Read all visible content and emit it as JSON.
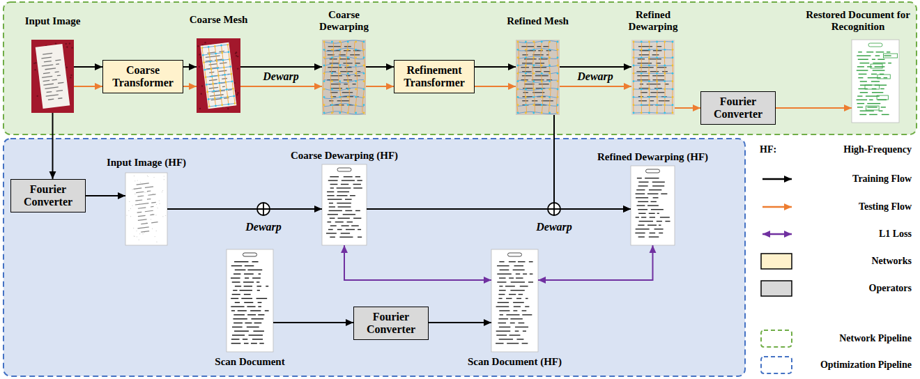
{
  "diagram": {
    "nodes": [
      {
        "text": [
          "Input Image"
        ]
      },
      {
        "text": [
          "Coarse Transformer"
        ]
      },
      {
        "text": [
          "Coarse Mesh"
        ]
      },
      {
        "text": [
          "Coarse Dewarping"
        ]
      },
      {
        "text": [
          "Refinement Transformer"
        ]
      },
      {
        "text": [
          "Refined Mesh"
        ]
      },
      {
        "text": [
          "Refined Dewarping"
        ]
      },
      {
        "text": [
          "Fourier Converter"
        ]
      },
      {
        "text": [
          "Restored Document for Recognition"
        ]
      },
      {
        "text": [
          "Fourier Converter"
        ]
      },
      {
        "text": [
          "Input Image (HF)"
        ]
      },
      {
        "text": [
          "Coarse Dewarping (HF)"
        ]
      },
      {
        "text": [
          "Refined Dewarping (HF)"
        ]
      },
      {
        "text": [
          "Scan Document"
        ]
      },
      {
        "text": [
          "Fourier Converter"
        ]
      },
      {
        "text": [
          "Scan Document (HF)"
        ]
      }
    ],
    "edges": [
      {
        "from": 0,
        "to": 1,
        "arrow": "to"
      },
      {
        "from": 0,
        "to": 1,
        "arrow": "to"
      },
      {
        "from": 1,
        "to": 2,
        "arrow": "to"
      },
      {
        "from": 1,
        "to": 2,
        "arrow": "to"
      },
      {
        "from": 2,
        "to": 3,
        "arrow": "to"
      },
      {
        "from": 2,
        "to": 3,
        "arrow": "to",
        "label": "Dewarp"
      },
      {
        "from": 3,
        "to": 4,
        "arrow": "to"
      },
      {
        "from": 3,
        "to": 4,
        "arrow": "to"
      },
      {
        "from": 4,
        "to": 5,
        "arrow": "to"
      },
      {
        "from": 4,
        "to": 5,
        "arrow": "to"
      },
      {
        "from": 5,
        "to": 6,
        "arrow": "to"
      },
      {
        "from": 5,
        "to": 6,
        "arrow": "to",
        "label": "Dewarp"
      },
      {
        "from": 6,
        "to": 7,
        "arrow": "to"
      },
      {
        "from": 7,
        "to": 8,
        "arrow": "to"
      },
      {
        "from": 0,
        "to": 9,
        "arrow": "to"
      },
      {
        "from": 9,
        "to": 10,
        "arrow": "to"
      },
      {
        "from": 10,
        "to": 11,
        "arrow": "to",
        "label": "Dewarp"
      },
      {
        "from": 11,
        "to": 12,
        "arrow": "to",
        "label": "Dewarp"
      },
      {
        "from": 5,
        "to": 12,
        "arrow": "to"
      },
      {
        "from": 13,
        "to": 14,
        "arrow": "to"
      },
      {
        "from": 14,
        "to": 15,
        "arrow": "to"
      },
      {
        "from": 11,
        "to": 15,
        "arrow": "both"
      },
      {
        "from": 15,
        "to": 12,
        "arrow": "both"
      }
    ],
    "labels": [
      "HF:",
      "High-Frequency"
    ],
    "legend": [
      {
        "text": "Training Flow"
      },
      {
        "text": "Testing Flow"
      },
      {
        "text": "L1 Loss"
      },
      {
        "text": "Networks",
        "color": "#fff2cc"
      },
      {
        "text": "Operators",
        "color": "#d9d9d9"
      },
      {
        "text": "Network Pipeline"
      },
      {
        "text": "Optimization Pipeline"
      }
    ]
  }
}
